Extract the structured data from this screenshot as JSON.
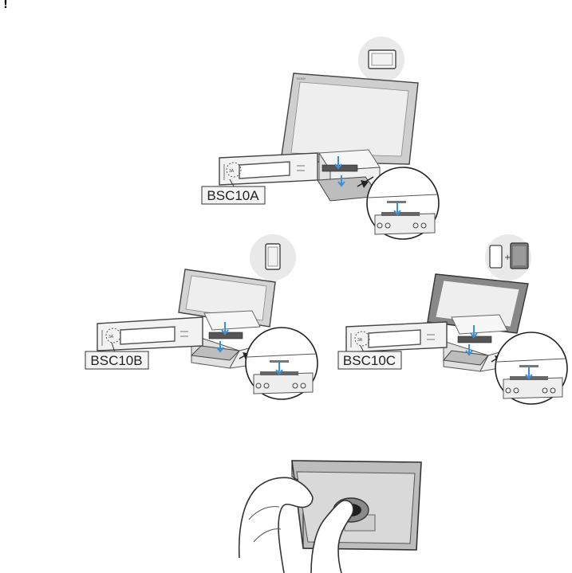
{
  "note_icon": "exclamation-icon",
  "panels": [
    {
      "model_label": "BSC10A",
      "device_icon": "tablet-icon"
    },
    {
      "model_label": "BSC10B",
      "device_icon": "phone-icon"
    },
    {
      "model_label": "BSC10C",
      "device_icon": "phone-plus-tablet-icon"
    }
  ],
  "colors": {
    "arrow": "#3a8fd6",
    "line": "#333333",
    "bubble": "#e9e9e9",
    "screen": "#eeeeee"
  }
}
